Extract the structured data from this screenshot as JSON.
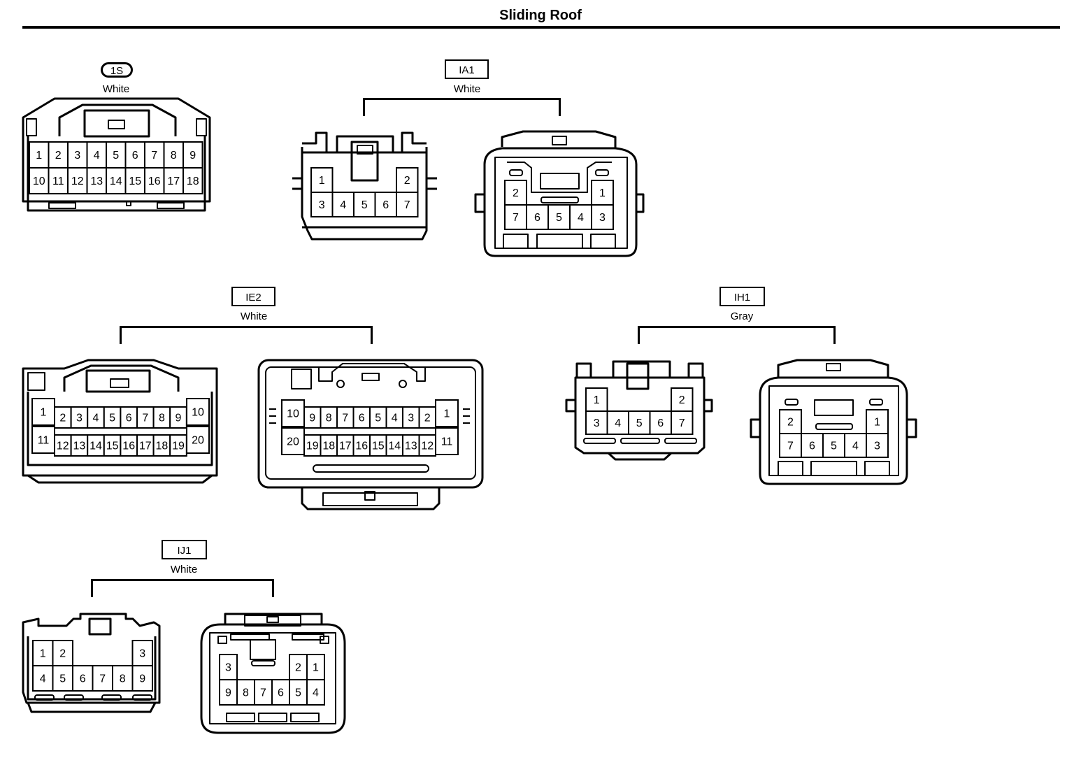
{
  "page": {
    "title": "Sliding Roof"
  },
  "connectors": [
    {
      "id": "1S",
      "color": "White",
      "rows": [
        [
          "1",
          "2",
          "3",
          "4",
          "5",
          "6",
          "7",
          "8",
          "9"
        ],
        [
          "10",
          "11",
          "12",
          "13",
          "14",
          "15",
          "16",
          "17",
          "18"
        ]
      ]
    },
    {
      "id": "IA1",
      "color": "White",
      "left_rows": [
        [
          "1",
          "",
          "",
          "",
          "2"
        ],
        [
          "3",
          "4",
          "5",
          "6",
          "7"
        ]
      ],
      "right_rows": [
        [
          "2",
          "",
          "",
          "",
          "1"
        ],
        [
          "7",
          "6",
          "5",
          "4",
          "3"
        ]
      ]
    },
    {
      "id": "IE2",
      "color": "White",
      "left_rows": [
        [
          "1",
          "2",
          "3",
          "4",
          "5",
          "6",
          "7",
          "8",
          "9",
          "10"
        ],
        [
          "11",
          "12",
          "13",
          "14",
          "15",
          "16",
          "17",
          "18",
          "19",
          "20"
        ]
      ],
      "right_rows": [
        [
          "10",
          "9",
          "8",
          "7",
          "6",
          "5",
          "4",
          "3",
          "2",
          "1"
        ],
        [
          "20",
          "19",
          "18",
          "17",
          "16",
          "15",
          "14",
          "13",
          "12",
          "11"
        ]
      ]
    },
    {
      "id": "IH1",
      "color": "Gray",
      "left_rows": [
        [
          "1",
          "",
          "",
          "",
          "2"
        ],
        [
          "3",
          "4",
          "5",
          "6",
          "7"
        ]
      ],
      "right_rows": [
        [
          "2",
          "",
          "",
          "",
          "1"
        ],
        [
          "7",
          "6",
          "5",
          "4",
          "3"
        ]
      ]
    },
    {
      "id": "IJ1",
      "color": "White",
      "left_rows": [
        [
          "1",
          "2",
          "",
          "",
          "",
          "3"
        ],
        [
          "4",
          "5",
          "6",
          "7",
          "8",
          "9"
        ]
      ],
      "right_rows": [
        [
          "3",
          "",
          "",
          "",
          "2",
          "1"
        ],
        [
          "9",
          "8",
          "7",
          "6",
          "5",
          "4"
        ]
      ]
    }
  ]
}
